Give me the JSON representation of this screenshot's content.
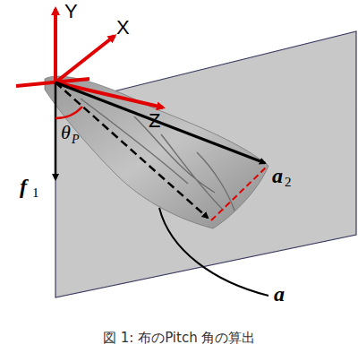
{
  "diagram": {
    "caption": "図 1: 布のPitch 角の算出",
    "labels": [
      "Y",
      "X",
      "Z",
      "f",
      "1",
      "θ",
      "P",
      "a",
      "2",
      "a"
    ]
  }
}
